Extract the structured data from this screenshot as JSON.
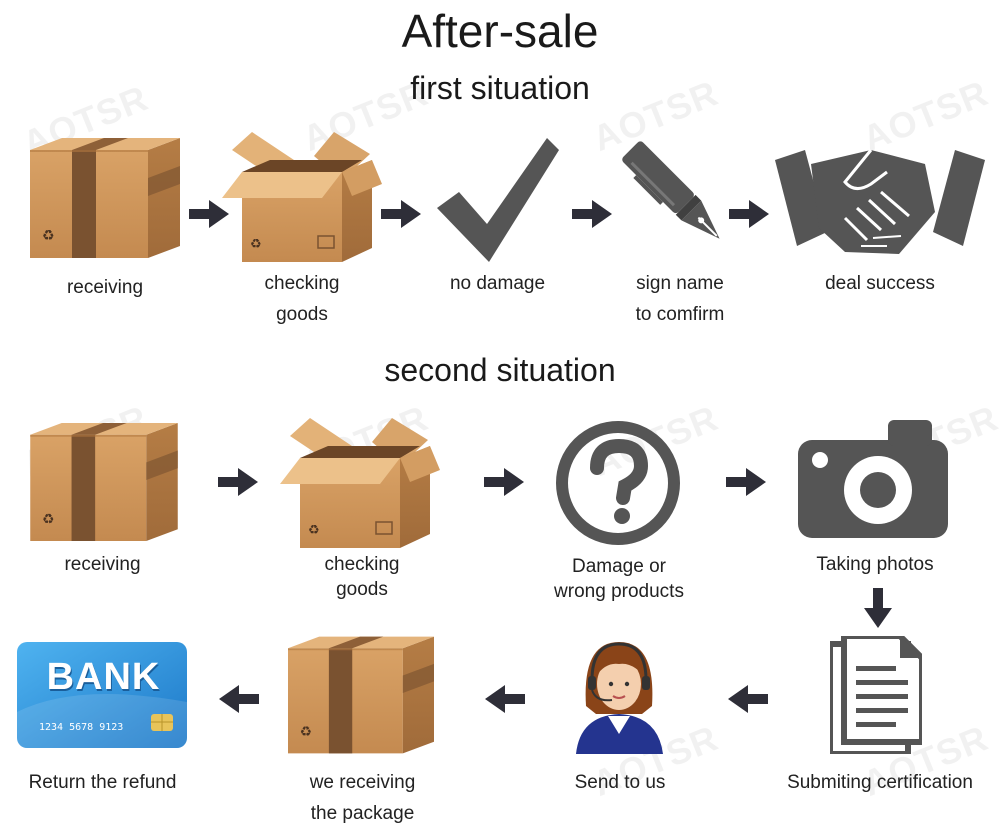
{
  "title": "After-sale",
  "watermark": "AOTSR",
  "first_situation": {
    "heading": "first situation",
    "steps": [
      {
        "line1": "receiving",
        "line2": "",
        "icon": "closed-box-icon"
      },
      {
        "line1": "checking",
        "line2": "goods",
        "icon": "open-box-icon"
      },
      {
        "line1": "no damage",
        "line2": "",
        "icon": "checkmark-icon"
      },
      {
        "line1": "sign name",
        "line2": "to comfirm",
        "icon": "pen-icon"
      },
      {
        "line1": "deal success",
        "line2": "",
        "icon": "handshake-icon"
      }
    ]
  },
  "second_situation": {
    "heading": "second situation",
    "steps": [
      {
        "line1": "receiving",
        "line2": "",
        "icon": "closed-box-icon"
      },
      {
        "line1": "checking",
        "line2": "goods",
        "icon": "open-box-icon"
      },
      {
        "line1": "Damage or",
        "line2": "wrong products",
        "icon": "question-mark-icon"
      },
      {
        "line1": "Taking photos",
        "line2": "",
        "icon": "camera-icon"
      },
      {
        "line1": "Submiting certification",
        "line2": "",
        "icon": "document-icon"
      },
      {
        "line1": "Send to us",
        "line2": "",
        "icon": "customer-service-icon"
      },
      {
        "line1": "we receiving",
        "line2": "the package",
        "icon": "closed-box-icon"
      },
      {
        "line1": "Return the refund",
        "line2": "",
        "icon": "bank-card-icon"
      }
    ]
  },
  "bank_card": {
    "brand": "BANK",
    "number": "1234 5678 9123"
  },
  "colors": {
    "box": "#c98c4f",
    "box_tape": "#6e4a2a",
    "icon_gray": "#555555",
    "arrow": "#2e2e38",
    "card_blue": "#2a8fd8"
  }
}
